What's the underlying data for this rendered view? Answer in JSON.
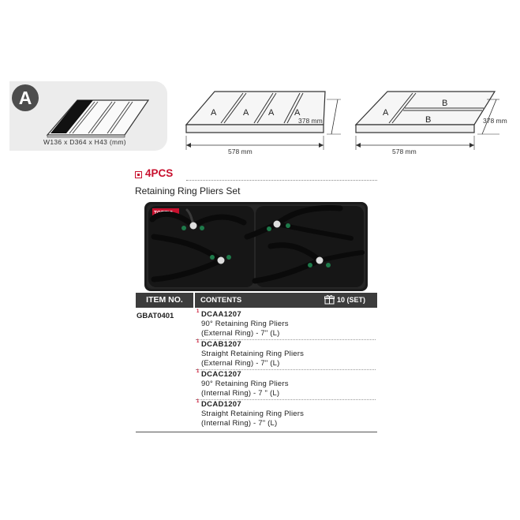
{
  "module_a": {
    "badge": "A",
    "dimensions": "W136 x D364 x H43 (mm)"
  },
  "tray_four_a": {
    "labels": [
      "A",
      "A",
      "A",
      "A"
    ],
    "width": "578 mm",
    "depth": "378 mm"
  },
  "tray_a_b": {
    "labels": [
      "A",
      "B",
      "B"
    ],
    "width": "578 mm",
    "depth": "378 mm"
  },
  "product": {
    "pcs": "4PCS",
    "title": "Retaining Ring Pliers Set",
    "brand": "TOPTUL"
  },
  "table": {
    "header_item": "ITEM NO.",
    "header_contents": "CONTENTS",
    "header_qty": "10 (SET)",
    "item_no": "GBAT0401",
    "rows": [
      {
        "qty": "1",
        "code": "DCAA1207",
        "line1": "90° Retaining Ring Pliers",
        "line2": "(External Ring) - 7\" (L)"
      },
      {
        "qty": "1",
        "code": "DCAB1207",
        "line1": "Straight Retaining Ring Pliers",
        "line2": "(External Ring) - 7\" (L)"
      },
      {
        "qty": "1",
        "code": "DCAC1207",
        "line1": "90° Retaining Ring Pliers",
        "line2": "(Internal Ring) - 7 \" (L)"
      },
      {
        "qty": "1",
        "code": "DCAD1207",
        "line1": "Straight Retaining Ring Pliers",
        "line2": "(Internal Ring) - 7\" (L)"
      }
    ]
  },
  "colors": {
    "accent_red": "#c8102e",
    "header_dark": "#3c3c3c",
    "plier_green": "#1e7a4a"
  }
}
